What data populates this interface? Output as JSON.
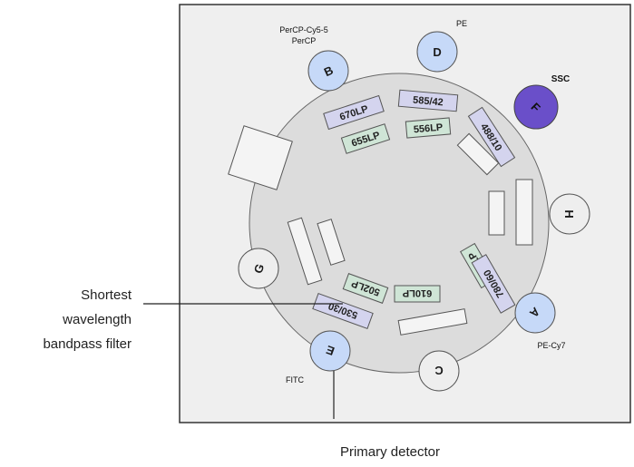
{
  "detectors": {
    "A": {
      "letter": "A",
      "label": "PE-Cy7"
    },
    "B": {
      "letter": "B",
      "label_line1": "PerCP-Cy5-5",
      "label_line2": "PerCP"
    },
    "C": {
      "letter": "C"
    },
    "D": {
      "letter": "D",
      "label": "PE"
    },
    "E": {
      "letter": "E",
      "label": "FITC"
    },
    "F": {
      "letter": "F",
      "label": "SSC"
    },
    "G": {
      "letter": "G"
    },
    "H": {
      "letter": "H"
    }
  },
  "filters": {
    "f670LP": "670LP",
    "f655LP": "655LP",
    "f585_42": "585/42",
    "f556LP": "556LP",
    "f488_10": "488/10",
    "f735LP": "735LP",
    "f780_60": "780/60",
    "f610LP": "610LP",
    "f502LP": "502LP",
    "f530_30": "530/30"
  },
  "callouts": {
    "shortest_line1": "Shortest",
    "shortest_line2": "wavelength",
    "shortest_line3": "bandpass filter",
    "primary_detector": "Primary detector"
  },
  "colors": {
    "detector_blue": "#c6d9f8",
    "detector_purple": "#6a4fc9",
    "detector_gray": "#eeeeee",
    "filter_bandpass": "#d4d4ee",
    "filter_longpass": "#cfe5d6",
    "panel_bg": "#efefef",
    "ring_fill": "#dcdcdc"
  }
}
